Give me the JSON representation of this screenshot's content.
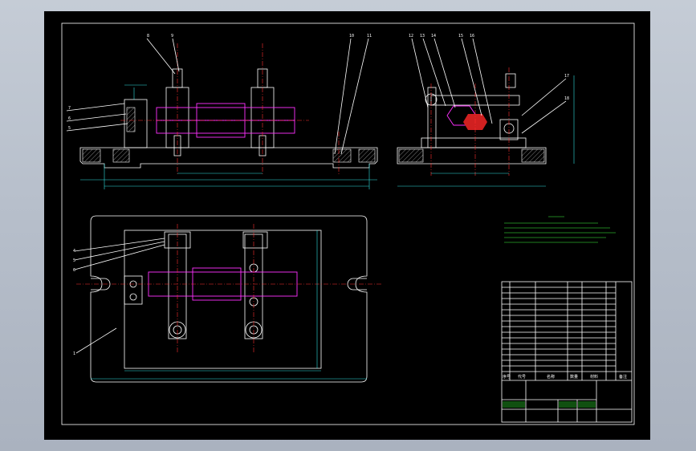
{
  "colors": {
    "background": "#000000",
    "frame": "#ffffff",
    "centerline": "#ff3030",
    "part_magenta": "#ff30ff",
    "dimension": "#30e0e0",
    "note_text": "#40ff40",
    "outer_desktop": "#b7bfcb"
  },
  "drawing": {
    "front_view_balloons": [
      "8",
      "9",
      "7",
      "6",
      "5",
      "10",
      "11"
    ],
    "side_view_balloons": [
      "12",
      "13",
      "14",
      "15",
      "16",
      "17",
      "18"
    ],
    "top_view_balloons": [
      "4",
      "5",
      "6",
      "1"
    ],
    "title_block": {
      "header_row": [
        "序号",
        "代号",
        "名称",
        "数量",
        "材料",
        "备注"
      ]
    }
  }
}
